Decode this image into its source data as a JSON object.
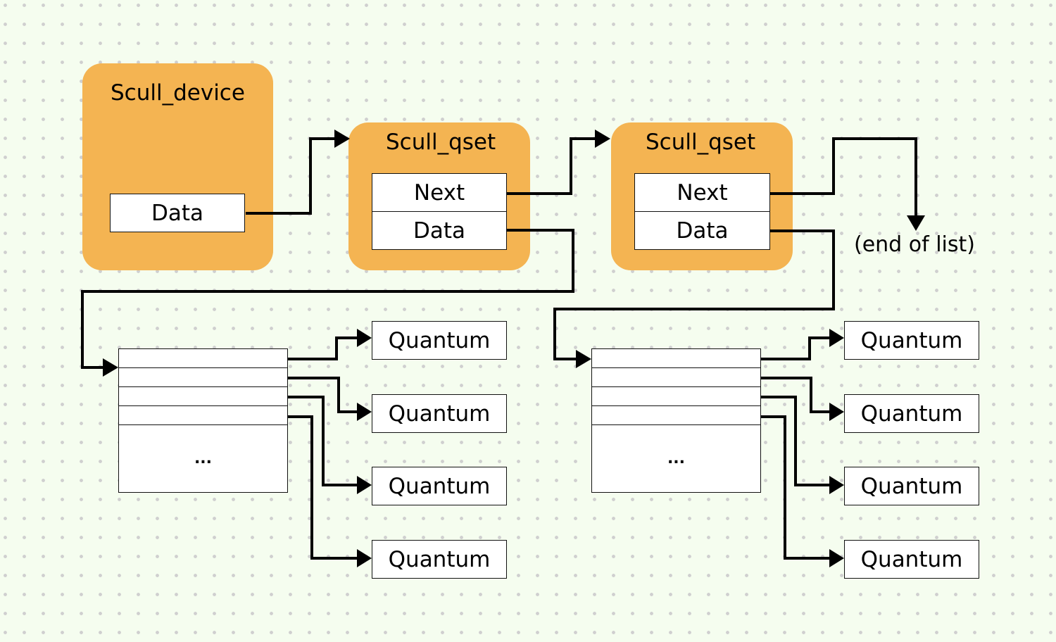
{
  "diagram": {
    "scull_device": {
      "title": "Scull_device",
      "fields": [
        "Data"
      ]
    },
    "qsets": [
      {
        "title": "Scull_qset",
        "fields": [
          "Next",
          "Data"
        ]
      },
      {
        "title": "Scull_qset",
        "fields": [
          "Next",
          "Data"
        ]
      }
    ],
    "end_label": "(end of list)",
    "arrays": [
      {
        "ellipsis": "...",
        "quanta": [
          "Quantum",
          "Quantum",
          "Quantum",
          "Quantum"
        ]
      },
      {
        "ellipsis": "...",
        "quanta": [
          "Quantum",
          "Quantum",
          "Quantum",
          "Quantum"
        ]
      }
    ],
    "colors": {
      "node_fill": "#f4b452",
      "background": "#f5fdef",
      "line": "#000000"
    }
  }
}
